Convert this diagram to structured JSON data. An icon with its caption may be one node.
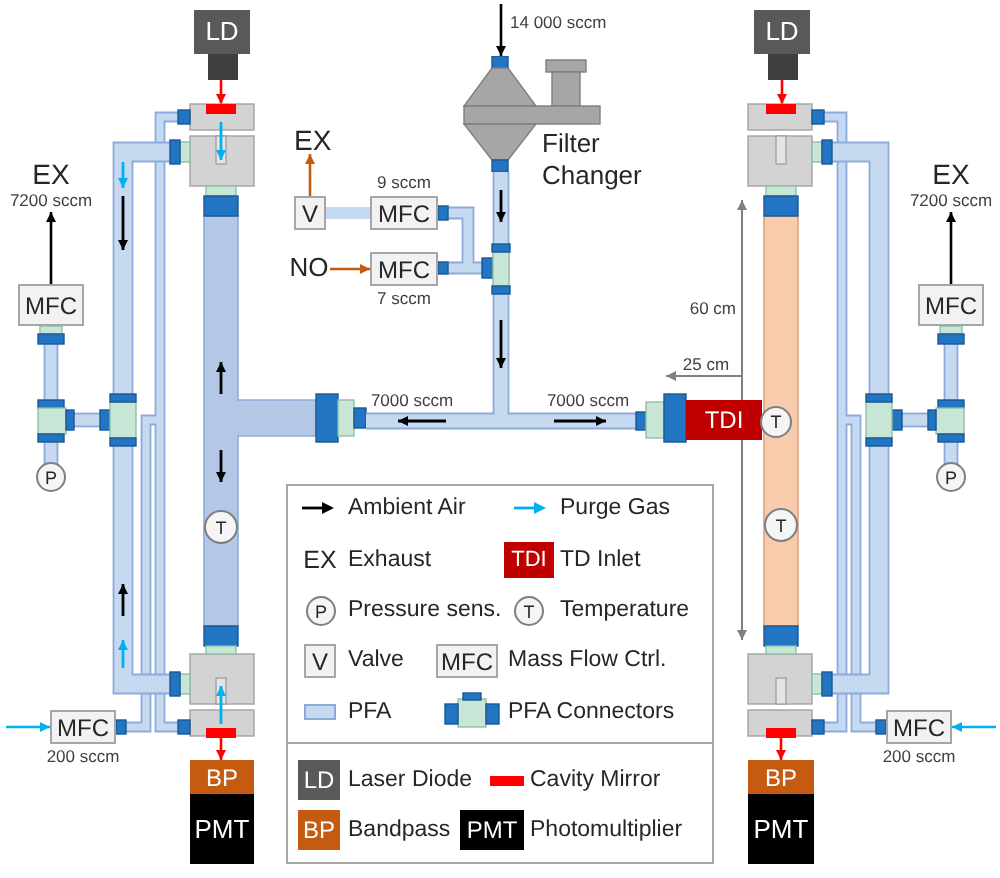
{
  "diagram": {
    "nodes": [
      {
        "text": [
          "LD"
        ]
      },
      {
        "text": [
          "LD"
        ]
      },
      {
        "text": [
          "Filter Changer"
        ]
      },
      {
        "text": [],
        "shape": "bar"
      },
      {
        "text": [],
        "shape": "bar"
      },
      {
        "text": [
          "EX"
        ]
      },
      {
        "text": [
          "EX",
          "7200 sccm"
        ]
      },
      {
        "text": [
          "EX",
          "7200 sccm"
        ]
      },
      {
        "text": [
          "V"
        ]
      },
      {
        "text": [
          "MFC"
        ],
        "beside": [
          "9 sccm"
        ]
      },
      {
        "text": [
          "NO"
        ]
      },
      {
        "text": [
          "MFC"
        ],
        "beside": [
          "7 sccm"
        ]
      },
      {
        "text": [
          "MFC"
        ]
      },
      {
        "text": [
          "MFC"
        ]
      },
      {
        "text": [
          "TDI"
        ]
      },
      {
        "text": [
          "T"
        ]
      },
      {
        "text": [
          "P"
        ]
      },
      {
        "text": [
          "P"
        ]
      },
      {
        "text": [
          "T"
        ]
      },
      {
        "text": [
          "T"
        ]
      },
      {
        "text": [
          "MFC"
        ],
        "beside": [
          "200 sccm"
        ]
      },
      {
        "text": [
          "MFC"
        ],
        "beside": [
          "200 sccm"
        ]
      },
      {
        "text": [],
        "shape": "bar"
      },
      {
        "text": [],
        "shape": "bar"
      },
      {
        "text": [
          "BP"
        ]
      },
      {
        "text": [
          "BP"
        ]
      },
      {
        "text": [
          "PMT"
        ]
      },
      {
        "text": [
          "PMT"
        ]
      }
    ],
    "edges": [
      {
        "from": 0,
        "to": 3,
        "arrow": "to",
        "color": "#ff0000"
      },
      {
        "from": 1,
        "to": 4,
        "arrow": "to",
        "color": "#ff0000"
      },
      {
        "from": null,
        "to": 2,
        "arrow": "to",
        "label": "14 000 sccm",
        "color": "#000000"
      },
      {
        "from": 8,
        "to": 5,
        "arrow": "to",
        "color": "#c55a11"
      },
      {
        "from": 12,
        "to": 6,
        "arrow": "to",
        "color": "#000000"
      },
      {
        "from": 13,
        "to": 7,
        "arrow": "to",
        "color": "#000000"
      },
      {
        "from": 8,
        "to": 9,
        "arrow": "none",
        "style": "thick",
        "color": "#c5d9f1"
      },
      {
        "from": 10,
        "to": 11,
        "arrow": "to",
        "color": "#c55a11"
      },
      {
        "from": 22,
        "to": 24,
        "arrow": "to",
        "color": "#ff0000"
      },
      {
        "from": 23,
        "to": 25,
        "arrow": "to",
        "color": "#ff0000"
      },
      {
        "from": null,
        "to": 20,
        "arrow": "to",
        "color": "#00b0f0"
      },
      {
        "from": null,
        "to": 21,
        "arrow": "to",
        "color": "#00b0f0"
      }
    ],
    "labels": [
      "60 cm",
      "25 cm",
      "7000 sccm",
      "7000 sccm",
      "EX",
      "TDI",
      "P",
      "T",
      "V",
      "MFC",
      "LD",
      "BP",
      "PMT"
    ],
    "legend": [
      {
        "text": "Ambient Air"
      },
      {
        "text": "Purge Gas"
      },
      {
        "text": "Exhaust"
      },
      {
        "text": "TD Inlet",
        "color": "#c00000"
      },
      {
        "text": "Pressure sens."
      },
      {
        "text": "Temperature"
      },
      {
        "text": "Valve"
      },
      {
        "text": "Mass Flow Ctrl."
      },
      {
        "text": "PFA",
        "color": "#c5d9f1"
      },
      {
        "text": "PFA Connectors"
      },
      {
        "text": "Laser Diode",
        "color": "#595959"
      },
      {
        "text": "Cavity Mirror",
        "color": "#ff0000"
      },
      {
        "text": "Bandpass",
        "color": "#c55a11"
      },
      {
        "text": "Photomultiplier",
        "color": "#000000"
      }
    ]
  }
}
